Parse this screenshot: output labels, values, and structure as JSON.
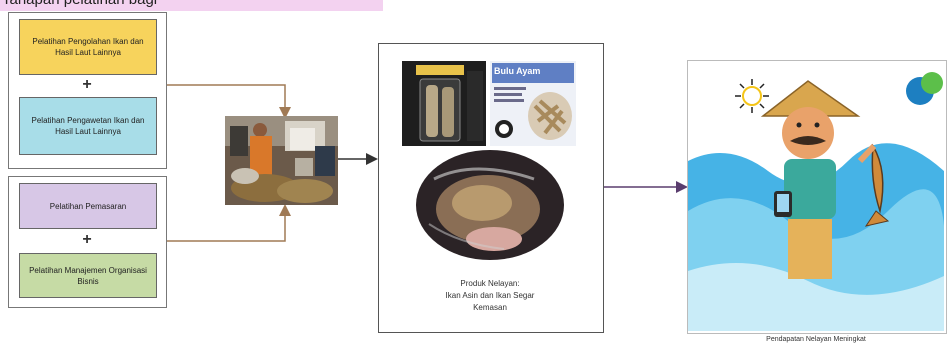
{
  "header": {
    "text": "Tahapan pelatihan bagi"
  },
  "left_group_top": {
    "box1": "Pelatihan Pengolahan Ikan dan Hasil Laut Lainnya",
    "plus": "+",
    "box2": "Pelatihan Pengawetan Ikan dan Hasil Laut Lainnya"
  },
  "left_group_bottom": {
    "box1": "Pelatihan Pemasaran",
    "plus": "+",
    "box2": "Pelatihan Manajemen Organisasi Bisnis"
  },
  "products": {
    "label_small": "Bulu Ayam",
    "caption_line1": "Produk Nelayan:",
    "caption_line2": "Ikan Asin dan Ikan Segar",
    "caption_line3": "Kemasan"
  },
  "outcome": {
    "caption": "Pendapatan Nelayan Meningkat"
  },
  "colors": {
    "yellow": "#f7d35c",
    "blue": "#a8dde8",
    "purple": "#d7c7e6",
    "green": "#c6dba5",
    "arrow_brown": "#a07a55",
    "arrow_dark": "#333333",
    "arrow_purple": "#5a3d6e"
  }
}
